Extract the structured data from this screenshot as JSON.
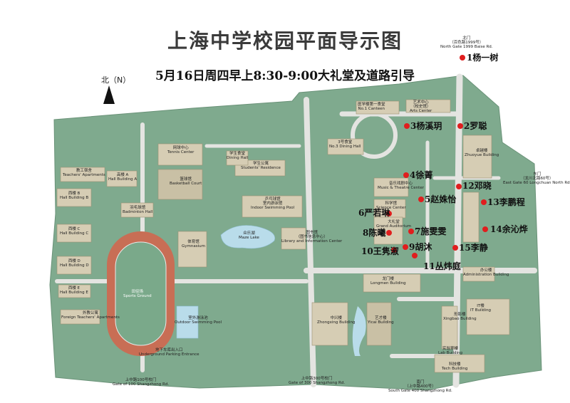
{
  "title": "上海中学校园平面导示图",
  "subtitle": "5月16日周四早上8:30-9:00大礼堂及道路引导",
  "north_label": "北（N）",
  "colors": {
    "ground": "#7faa8e",
    "building": "#d6cdb4",
    "road": "#e4e4e1",
    "water": "#b9dcea",
    "accent": "#e01e1e"
  },
  "labels": {
    "north_gate": "北门\n（百色路1999号）\nNorth Gate 1999 Baise Rd.",
    "canteen": "医学楼第一食堂\nNo.1 Canteen",
    "arts_center": "艺术中心\n（校史馆）\nArts Center",
    "dining3": "3号食堂\nNo.3 Dining Hall",
    "tennis": "网球中心\nTennis Center",
    "dining": "学生食堂\nDining Hall",
    "dorm": "教工宿舍\nTeachers' Apartments",
    "building_a": "高楼 A\nHall Building A",
    "building_b": "西楼 B\nHall Building B",
    "building_c": "西楼 C\nHall Building C",
    "building_d": "西楼 D\nHall Building D",
    "building_e": "西楼 E\nHall Building E",
    "badminton": "羽毛球馆\nBadminton Hall",
    "basketball": "篮球馆\nBasketball Court",
    "students_residence": "学生公寓\nStudents' Residence",
    "indoor_pool": "乒乓球馆\n室内游泳馆\nIndoor Swimming Pool",
    "gym": "体育馆\nGymnasium",
    "lake": "众乐湖\nMaze Lake",
    "library": "图书馆\n（图书信息中心）\nLibrary and Information Center",
    "music_center": "音乐戏剧中心\nMusic & Theatre Center",
    "auditorium": "科学馆\nScience Center",
    "grand_aud": "大礼堂\nGrand Auditorium",
    "zhuoyue": "卓越楼\nZhuoyue Building",
    "east_gate": "东门\n（龙川北路60号）\nEast Gate 60 Longchuan North Rd.",
    "longmen": "龙门楼\nLongmen Building",
    "admin": "办公楼\nAdministration Building",
    "sports_ground": "田径场\nSports Ground",
    "pool_out": "室外游泳池\nOutdoor Swimming Pool",
    "under_parking": "地下车库出入口\nUnderground Parking Entrance",
    "foreign_apt": "外教公寓\nForeign Teachers' Apartments",
    "zhongxing": "中兴楼\nZhongxing Building",
    "xingbao": "形影楼\nXingbao Building",
    "it_building": "IT楼\nIT Building",
    "lab_building": "实验室楼\nLab Building",
    "science_bldg": "科技楼\nTech Building",
    "west_gate_label": "上中路100号校门\nGate of 100 Shangzhong Rd.",
    "south_gate_300": "上中路300号校门\nGate of 300 Shangzhong Rd.",
    "south_gate": "南门\n（上中路400号）\nSouth Gate 400 Shangzhong Rd.",
    "yicai": "艺才楼\nYicai Building"
  },
  "points": [
    {
      "id": 1,
      "label": "1杨一树"
    },
    {
      "id": 2,
      "label": "2罗聪"
    },
    {
      "id": 3,
      "label": "3杨溪玥"
    },
    {
      "id": 4,
      "label": "4徐菁"
    },
    {
      "id": 5,
      "label": "5赵姝怡"
    },
    {
      "id": 6,
      "label": "6严若琳"
    },
    {
      "id": 7,
      "label": "7施雯雯"
    },
    {
      "id": 8,
      "label": "8陈曦"
    },
    {
      "id": 9,
      "label": "9胡沐"
    },
    {
      "id": 10,
      "label": "10王隽淑"
    },
    {
      "id": 11,
      "label": "11丛炜庭"
    },
    {
      "id": 12,
      "label": "12邓晓"
    },
    {
      "id": 13,
      "label": "13李鹏程"
    },
    {
      "id": 14,
      "label": "14余沁烨"
    },
    {
      "id": 15,
      "label": "15李静"
    }
  ]
}
